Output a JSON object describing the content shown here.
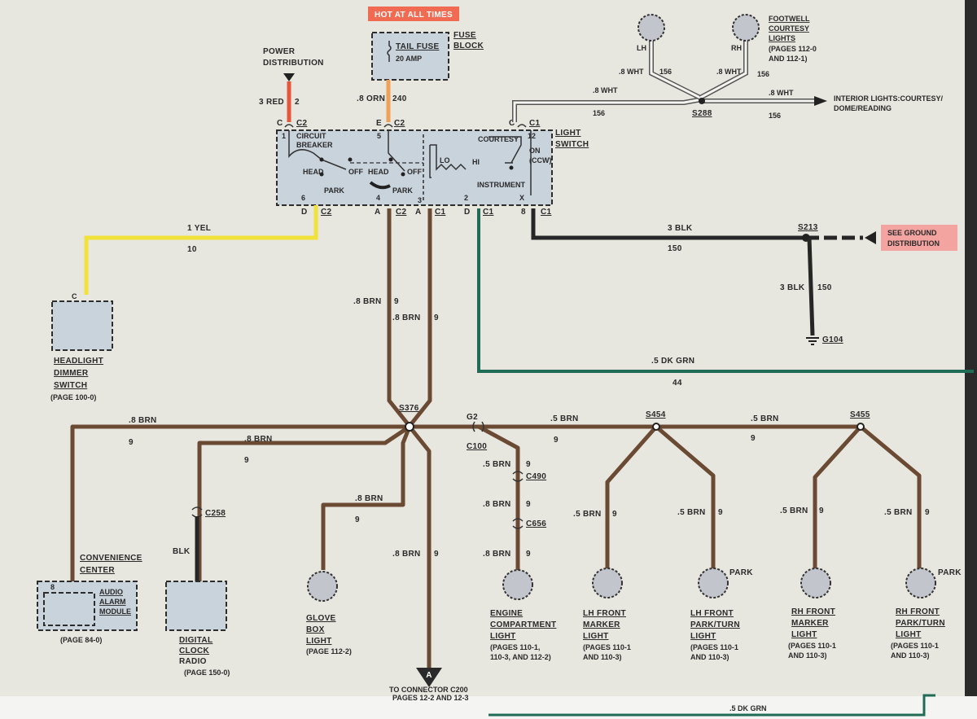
{
  "banner": "HOT AT ALL TIMES",
  "fuse_block": {
    "fuse": "TAIL FUSE",
    "rating": "20 AMP",
    "label_1": "FUSE",
    "label_2": "BLOCK"
  },
  "power_distribution": {
    "line1": "POWER",
    "line2": "DISTRIBUTION"
  },
  "light_switch": {
    "label_1": "LIGHT",
    "label_2": "SWITCH",
    "circuit": "CIRCUIT",
    "breaker": "BREAKER",
    "head_1": "HEAD",
    "off_1": "OFF",
    "park_1": "PARK",
    "head_2": "HEAD",
    "off_2": "OFF",
    "park_2": "PARK",
    "lo": "LO",
    "hi": "HI",
    "courtesy": "COURTESY",
    "on": "ON",
    "ccw": "(CCW)",
    "instrument": "INSTRUMENT",
    "pins": {
      "p1": "1",
      "p5": "5",
      "p12": "12",
      "p6": "6",
      "p4": "4",
      "p3": "3",
      "p2": "2",
      "px": "X",
      "p8": "8"
    }
  },
  "connectors": {
    "top_left": "C",
    "c2_a": "C2",
    "top_mid": "E",
    "c2_b": "C2",
    "top_right": "C",
    "c1_a": "C1",
    "bot_1": "D",
    "c2_c": "C2",
    "bot_2": "A",
    "c2_d": "C2",
    "bot_3": "A",
    "c1_b": "C1",
    "bot_4": "D",
    "c1_c": "C1",
    "bot_5": "8",
    "c1_d": "C1"
  },
  "wires": {
    "red": "3 RED",
    "red_num": "2",
    "orn": ".8 ORN",
    "orn_num": "240",
    "yel": "1 YEL",
    "yel_num": "10",
    "blk": "3 BLK",
    "blk_num": "150",
    "blk_v": "3 BLK",
    "blk_v_num": "150",
    "grn": ".5 DK GRN",
    "grn_num": "44",
    "brn_a": ".8 BRN",
    "brn_a_num": "9",
    "brn_b": ".8 BRN",
    "brn_b_num": "9",
    "wht_lh": ".8 WHT",
    "wht_lh_num": "156",
    "wht_rh": ".8 WHT",
    "wht_rh_num": "156",
    "wht_top": ".8 WHT",
    "wht_top_num": "156",
    "wht_right": ".8 WHT",
    "wht_right_num": "156",
    "brn_left": ".8 BRN",
    "brn_left_num": "9",
    "brn_clock": ".8 BRN",
    "brn_clock_num": "9",
    "brn_glove": ".8 BRN",
    "brn_glove_num": "9",
    "brn_down": ".8 BRN",
    "brn_down_num": "9",
    "brn_right": ".5 BRN",
    "brn_right_num": "9",
    "brn_mid": ".5 BRN",
    "brn_mid_num": "9",
    "eng_1": ".5 BRN",
    "eng_1_num": "9",
    "eng_2": ".8 BRN",
    "eng_2_num": "9",
    "eng_3": ".8 BRN",
    "eng_3_num": "9",
    "lhm": ".5 BRN",
    "lhm_num": "9",
    "lhp": ".5 BRN",
    "lhp_num": "9",
    "rhm": ".5 BRN",
    "rhm_num": "9",
    "rhp": ".5 BRN",
    "rhp_num": "9",
    "clock_blk": "BLK",
    "bottom_grn": ".5 DK GRN"
  },
  "splices": {
    "s288": "S288",
    "s213": "S213",
    "s376": "S376",
    "s454": "S454",
    "s455": "S455"
  },
  "connectors_inline": {
    "g2": "G2",
    "c100": "C100",
    "c490": "C490",
    "c656": "C656",
    "c258": "C258"
  },
  "ground": {
    "g104": "G104",
    "see_1": "SEE GROUND",
    "see_2": "DISTRIBUTION"
  },
  "interior": {
    "line1": "INTERIOR LIGHTS:COURTESY/",
    "line2": "DOME/READING"
  },
  "footwell": {
    "l1": "FOOTWELL",
    "l2": "COURTESY",
    "l3": "LIGHTS",
    "l4": "(PAGES 112-0",
    "l5": "AND 112-1)",
    "lh": "LH",
    "rh": "RH"
  },
  "dimmer": {
    "pin": "C",
    "l1": "HEADLIGHT",
    "l2": "DIMMER",
    "l3": "SWITCH",
    "l4": "(PAGE 100-0)"
  },
  "convenience": {
    "l1": "CONVENIENCE",
    "l2": "CENTER",
    "pin": "8",
    "m1": "AUDIO",
    "m2": "ALARM",
    "m3": "MODULE",
    "page": "(PAGE 84-0)"
  },
  "clock": {
    "l1": "DIGITAL",
    "l2": "CLOCK",
    "l3": "RADIO",
    "l4": "(PAGE 150-0)"
  },
  "glove": {
    "l1": "GLOVE",
    "l2": "BOX",
    "l3": "LIGHT",
    "l4": "(PAGE 112-2)"
  },
  "engine": {
    "l1": "ENGINE",
    "l2": "COMPARTMENT",
    "l3": "LIGHT",
    "l4": "(PAGES 110-1,",
    "l5": "110-3, AND 112-2)"
  },
  "lh_marker": {
    "l1": "LH FRONT",
    "l2": "MARKER",
    "l3": "LIGHT",
    "l4": "(PAGES 110-1",
    "l5": "AND 110-3)"
  },
  "lh_park": {
    "tag": "PARK",
    "l1": "LH FRONT",
    "l2": "PARK/TURN",
    "l3": "LIGHT",
    "l4": "(PAGES 110-1",
    "l5": "AND 110-3)"
  },
  "rh_marker": {
    "l1": "RH FRONT",
    "l2": "MARKER",
    "l3": "LIGHT",
    "l4": "(PAGES 110-1",
    "l5": "AND 110-3)"
  },
  "rh_park": {
    "tag": "PARK",
    "l1": "RH FRONT",
    "l2": "PARK/TURN",
    "l3": "LIGHT",
    "l4": "(PAGES 110-1",
    "l5": "AND 110-3)"
  },
  "connector_a": {
    "letter": "A",
    "l1": "TO CONNECTOR C200",
    "l2": "PAGES 12-2 AND 12-3"
  }
}
